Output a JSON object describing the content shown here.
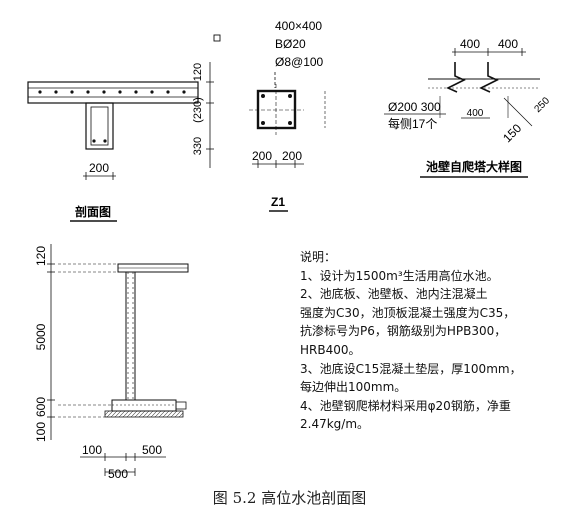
{
  "section_view": {
    "title": "剖面图",
    "dim_120": "120",
    "dim_230": "(230)",
    "dim_330": "330",
    "dim_200": "200"
  },
  "column_z1": {
    "size_label": "400×400",
    "main_bar": "BØ20",
    "stirrup": "Ø8@100",
    "dim_left": "200",
    "dim_right": "200",
    "title": "Z1"
  },
  "ladder_detail": {
    "dim_top_left": "400",
    "dim_top_right": "400",
    "bar_label": "Ø200 300",
    "count_label": "每侧17个",
    "dim_mid": "400",
    "dim_150": "150",
    "dim_250": "250",
    "title": "池壁自爬塔大样图"
  },
  "wall_section": {
    "dim_120": "120",
    "dim_5000": "5000",
    "dim_600": "600",
    "dim_100": "100",
    "dim_bottom_100": "100",
    "dim_bottom_500_right": "500",
    "dim_bottom_500": "500"
  },
  "notes": {
    "heading": "说明：",
    "lines": [
      "1、设计为1500m³生活用高位水池。",
      "2、池底板、池壁板、池内注混凝土",
      "强度为C30，池顶板混凝土强度为C35，",
      "抗渗标号为P6，钢筋级别为HPB300，",
      "HRB400。",
      "3、池底设C15混凝土垫层，厚100mm，",
      "每边伸出100mm。",
      "4、池壁钢爬梯材料采用φ20钢筋，净重",
      "2.47kg/m。"
    ]
  },
  "caption": "图 5.2 高位水池剖面图"
}
